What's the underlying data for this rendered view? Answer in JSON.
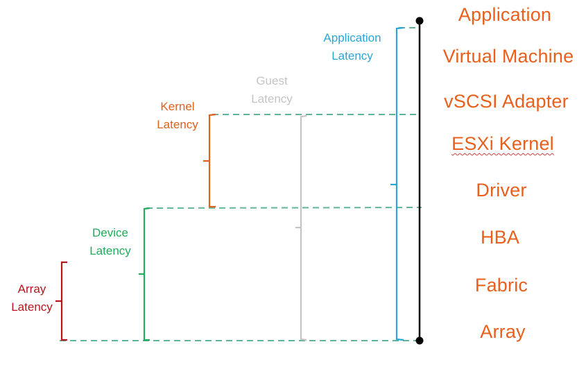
{
  "colors": {
    "layer_text": "#e8601c",
    "axis": "#000000",
    "dashed_guide": "#5fb59a",
    "application": "#2aa6d6",
    "guest": "#c4c4c4",
    "kernel": "#e0601e",
    "device": "#1fae5a",
    "array": "#b8161e"
  },
  "stack_layers": [
    {
      "label": "Application"
    },
    {
      "label": "Virtual Machine"
    },
    {
      "label": "vSCSI Adapter"
    },
    {
      "label": "ESXi Kernel"
    },
    {
      "label": "Driver"
    },
    {
      "label": "HBA"
    },
    {
      "label": "Fabric"
    },
    {
      "label": "Array"
    }
  ],
  "latencies": {
    "application": {
      "line1": "Application",
      "line2": "Latency",
      "spans": "Application → Array"
    },
    "guest": {
      "line1": "Guest",
      "line2": "Latency",
      "spans": "vSCSI Adapter → Array"
    },
    "kernel": {
      "line1": "Kernel",
      "line2": "Latency",
      "spans": "vSCSI Adapter → Driver"
    },
    "device": {
      "line1": "Device",
      "line2": "Latency",
      "spans": "Driver → Array"
    },
    "array": {
      "line1": "Array",
      "line2": "Latency",
      "spans": "Fabric → Array"
    }
  }
}
